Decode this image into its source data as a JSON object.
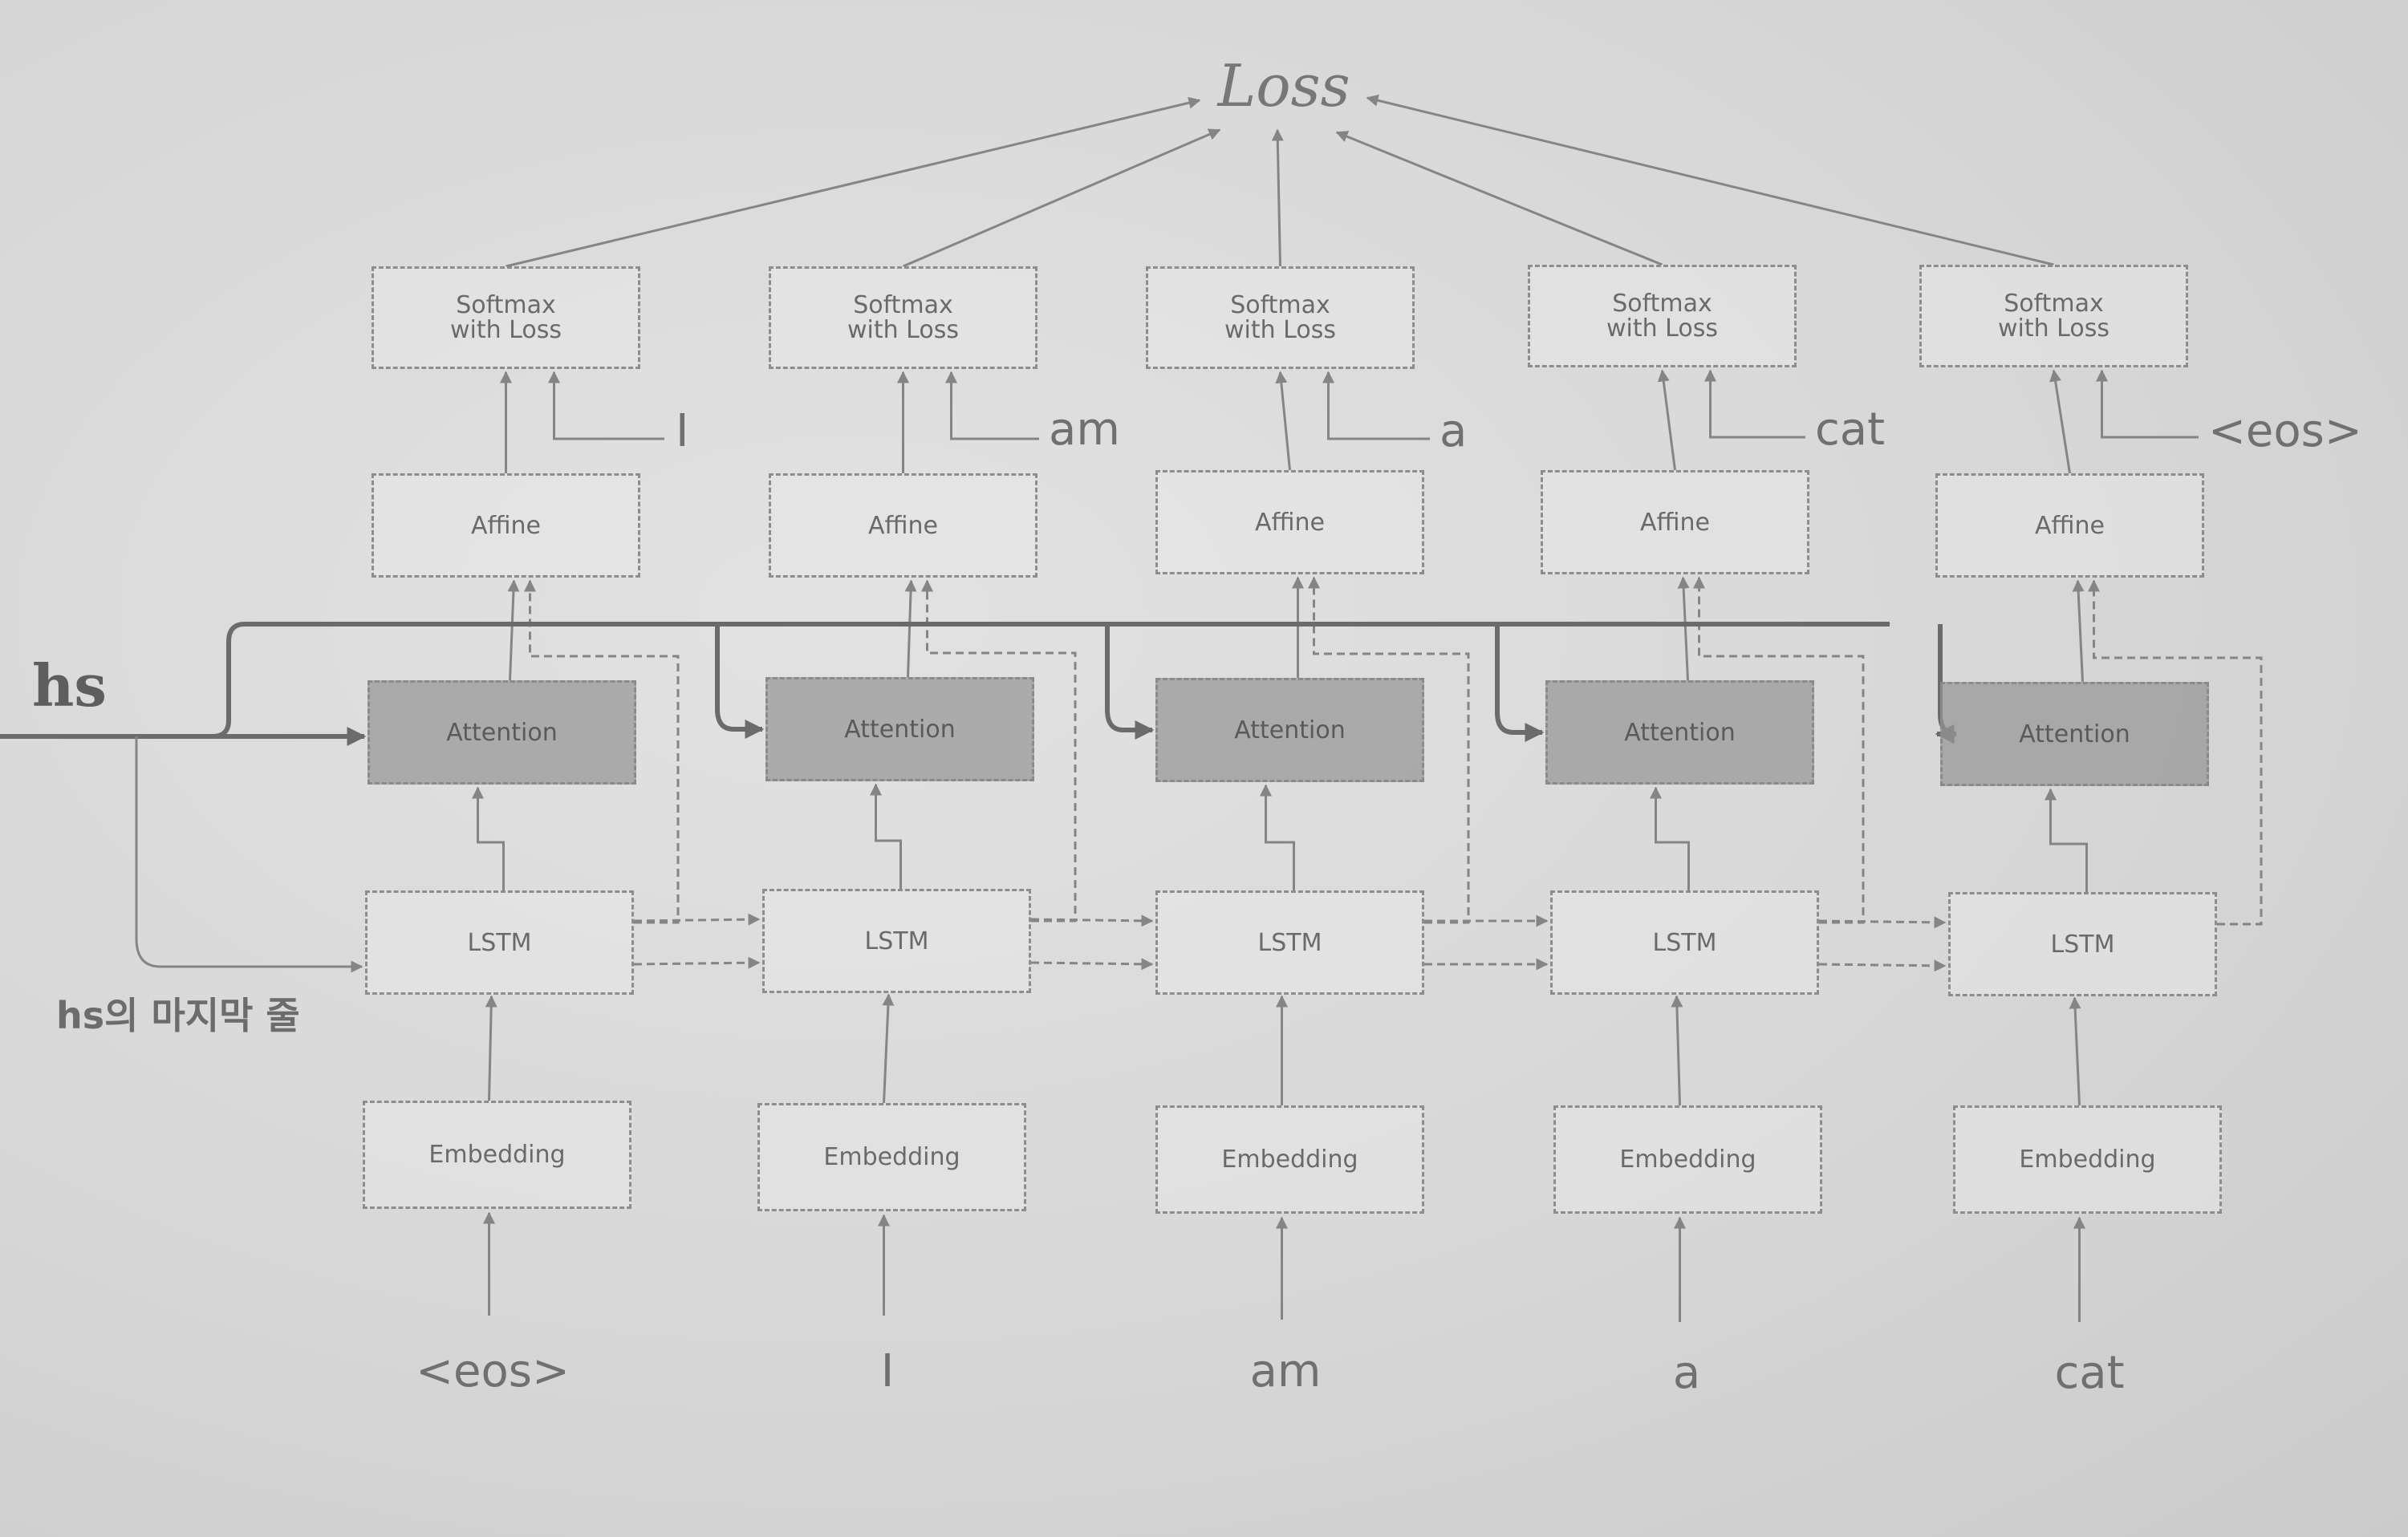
{
  "loss_label": "Loss",
  "hs_label": "hs",
  "hs_last_row_label": "hs의 마지막 줄",
  "layers": {
    "softmax": "Softmax\nwith Loss",
    "affine": "Affine",
    "attention": "Attention",
    "lstm": "LSTM",
    "embedding": "Embedding"
  },
  "inputs": [
    "<eos>",
    "I",
    "am",
    "a",
    "cat"
  ],
  "targets": [
    "I",
    "am",
    "a",
    "cat",
    "<eos>"
  ],
  "colors": {
    "line": "#858585",
    "hs_line": "#6b6b6b",
    "attention_fill": "#969696"
  }
}
